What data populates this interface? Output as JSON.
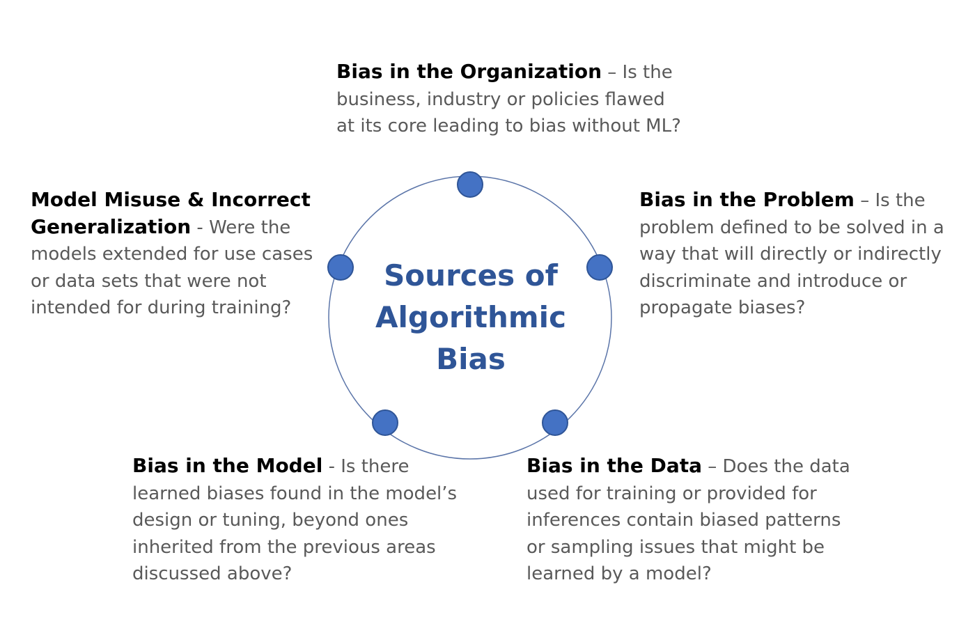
{
  "center": {
    "line1": "Sources of",
    "line2": "Algorithmic",
    "line3": "Bias"
  },
  "colors": {
    "node_fill": "#4472c4",
    "node_stroke": "#2f5597",
    "ring_stroke": "#5a74a8",
    "center_text": "#2f5597",
    "heading_text": "#000000",
    "body_text": "#595959"
  },
  "nodes": [
    {
      "id": "node-organization",
      "position": "top"
    },
    {
      "id": "node-problem",
      "position": "upper-right"
    },
    {
      "id": "node-data",
      "position": "lower-right"
    },
    {
      "id": "node-model",
      "position": "lower-left"
    },
    {
      "id": "node-misuse",
      "position": "upper-left"
    }
  ],
  "blocks": {
    "organization": {
      "heading": "Bias in the Organization",
      "separator": " – ",
      "lines": [
        "Is the",
        "business, industry or policies flawed",
        "at its core leading to bias without ML?"
      ]
    },
    "problem": {
      "heading": "Bias in the Problem",
      "separator": " – ",
      "lines": [
        "Is the",
        "problem defined to be solved in a",
        "way that will directly or indirectly",
        "discriminate and introduce or",
        "propagate biases?"
      ]
    },
    "misuse": {
      "heading_line1": "Model Misuse & Incorrect",
      "heading_line2": "Generalization",
      "separator": " - ",
      "lines": [
        "Were the",
        "models extended for use cases",
        "or data sets that were not",
        "intended for during training?"
      ]
    },
    "model": {
      "heading": "Bias in the Model",
      "separator": " - ",
      "lines": [
        "Is there",
        "learned biases found in the model’s",
        "design or tuning, beyond ones",
        "inherited from the previous areas",
        "discussed above?"
      ]
    },
    "data": {
      "heading": "Bias in the Data",
      "separator": " – ",
      "lines": [
        "Does the data",
        "used for training or provided for",
        "inferences contain biased patterns",
        "or sampling issues that might be",
        "learned by a model?"
      ]
    }
  }
}
